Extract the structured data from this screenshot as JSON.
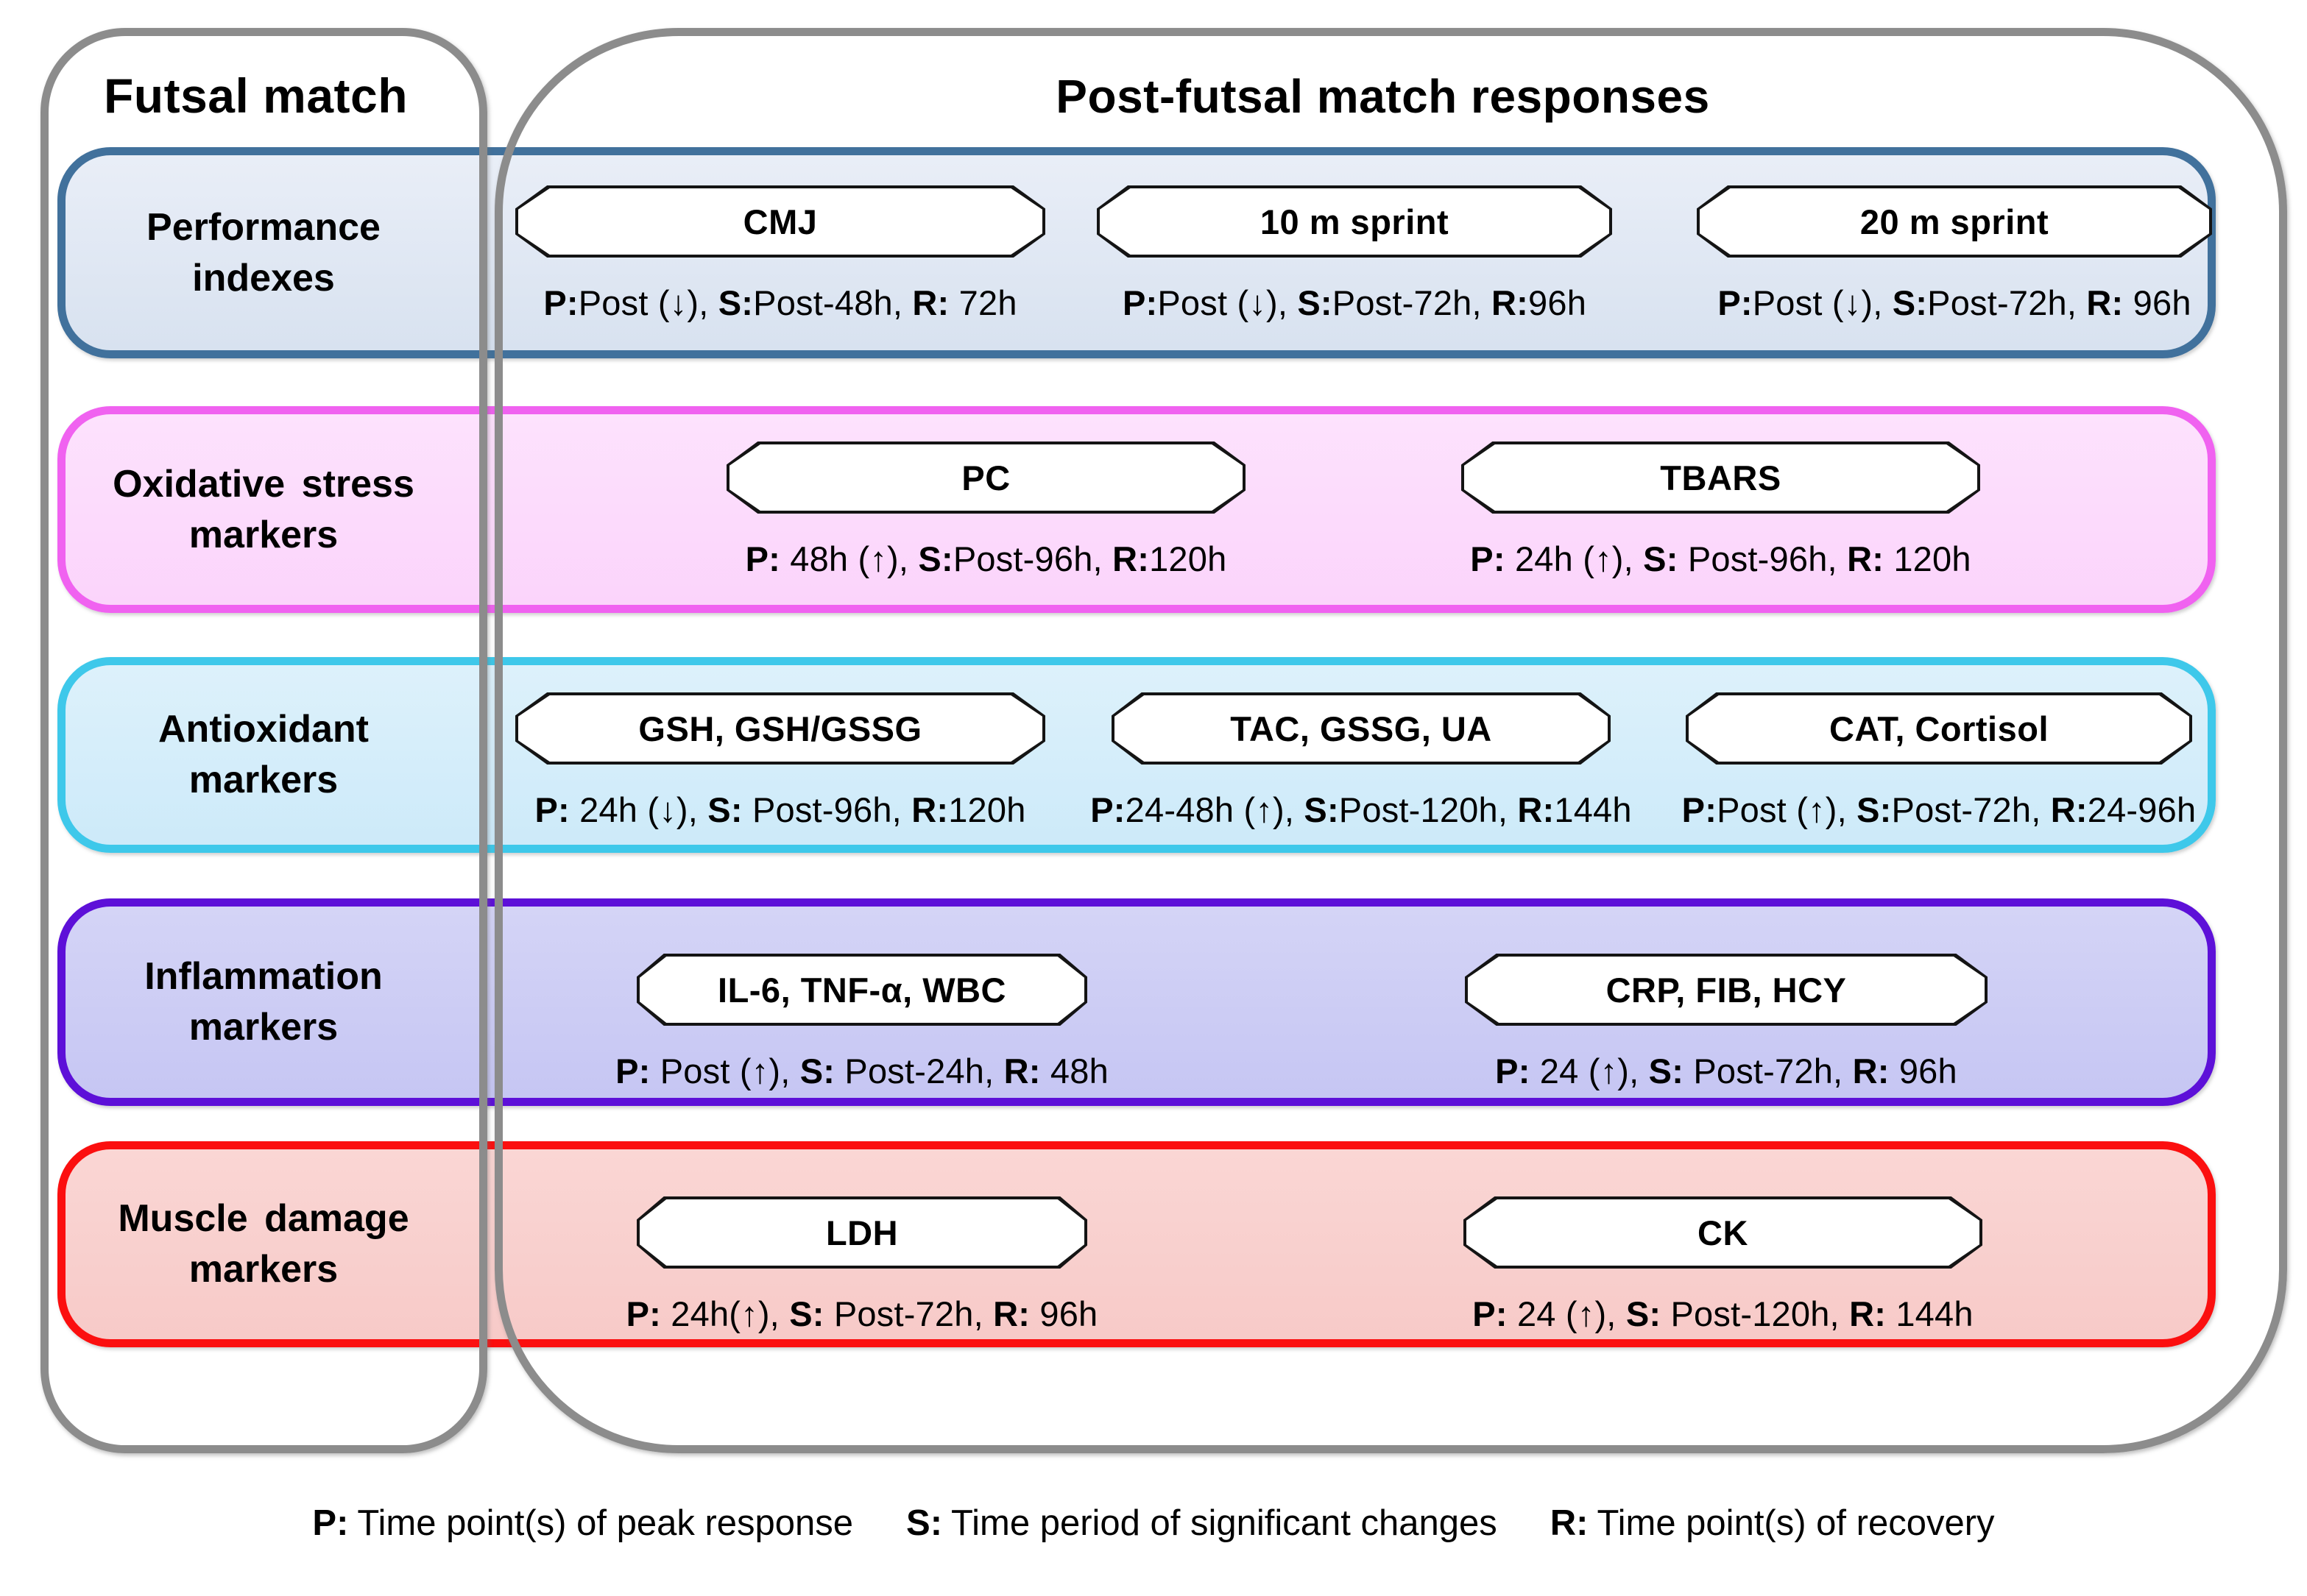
{
  "titles": {
    "left": "Futsal match",
    "right": "Post-futsal match responses"
  },
  "keys": {
    "p": "P:",
    "s": "S:",
    "r": "R:"
  },
  "colors": {
    "outer_outline": "#8c8c8c",
    "chip_border": "#141414",
    "chip_fill": "#ffffff",
    "text": "#000000"
  },
  "rows": [
    {
      "label": [
        "Performance",
        "indexes"
      ],
      "border": "#41719c",
      "fill_top": "#e9eef7",
      "fill_bottom": "#d8e2f0",
      "chips": [
        {
          "title": "CMJ",
          "p": "Post (↓), ",
          "s": "Post-48h, ",
          "r": " 72h"
        },
        {
          "title": "10 m sprint",
          "p": "Post (↓), ",
          "s": "Post-72h, ",
          "r": "96h"
        },
        {
          "title": "20 m sprint",
          "p": "Post (↓), ",
          "s": "Post-72h, ",
          "r": " 96h"
        }
      ]
    },
    {
      "label": [
        "Oxidative  stress",
        "markers"
      ],
      "border": "#f062f0",
      "fill_top": "#fde2fd",
      "fill_bottom": "#fbd4fb",
      "chips": [
        {
          "title": "PC",
          "p": " 48h (↑), ",
          "s": "Post-96h, ",
          "r": "120h"
        },
        {
          "title": "TBARS",
          "p": " 24h (↑), ",
          "s": " Post-96h, ",
          "r": " 120h"
        }
      ]
    },
    {
      "label": [
        "Antioxidant",
        "markers"
      ],
      "border": "#3ec8ea",
      "fill_top": "#ddf1fb",
      "fill_bottom": "#cdeaf9",
      "chips": [
        {
          "title": "GSH, GSH/GSSG",
          "p": " 24h (↓), ",
          "s": " Post-96h, ",
          "r": "120h"
        },
        {
          "title": "TAC, GSSG, UA",
          "p": "24-48h (↑), ",
          "s": "Post-120h, ",
          "r": "144h"
        },
        {
          "title": "CAT, Cortisol",
          "p": "Post (↑), ",
          "s": "Post-72h, ",
          "r": "24-96h"
        }
      ]
    },
    {
      "label": [
        "Inflammation",
        "markers"
      ],
      "border": "#5d10d8",
      "fill_top": "#d4d4f6",
      "fill_bottom": "#c6c6f3",
      "chips": [
        {
          "title": "IL-6, TNF-α, WBC",
          "p": " Post (↑), ",
          "s": " Post-24h, ",
          "r": " 48h"
        },
        {
          "title": "CRP, FIB, HCY",
          "p": " 24 (↑), ",
          "s": " Post-72h, ",
          "r": " 96h"
        }
      ]
    },
    {
      "label": [
        "Muscle  damage",
        "markers"
      ],
      "border": "#fb0f0f",
      "fill_top": "#fad6d4",
      "fill_bottom": "#f7cac8",
      "chips": [
        {
          "title": "LDH",
          "p": " 24h(↑), ",
          "s": " Post-72h, ",
          "r": " 96h"
        },
        {
          "title": "CK",
          "p": " 24 (↑), ",
          "s": " Post-120h, ",
          "r": " 144h"
        }
      ]
    }
  ],
  "legend": {
    "items": [
      {
        "key": "P:",
        "text": "Time point(s) of peak response"
      },
      {
        "key": "S:",
        "text": "Time period of significant changes"
      },
      {
        "key": "R:",
        "text": "Time point(s) of recovery"
      }
    ]
  }
}
